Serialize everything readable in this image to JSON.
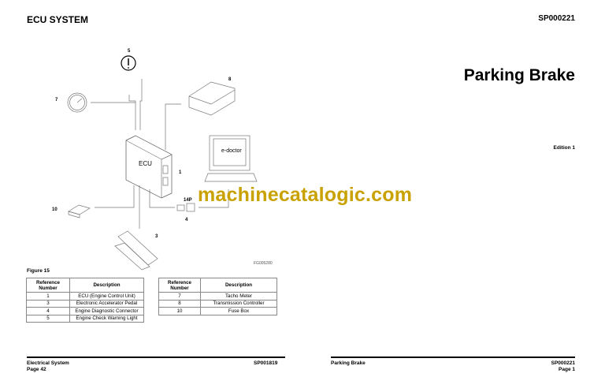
{
  "header": {
    "left": "ECU SYSTEM",
    "right": "SP000221"
  },
  "right_page": {
    "title": "Parking Brake",
    "edition": "Edition 1"
  },
  "diagram": {
    "labels": {
      "l5": "5",
      "l8": "8",
      "l7": "7",
      "l1": "1",
      "l10": "10",
      "l14p": "14P",
      "l4": "4",
      "l3": "3"
    },
    "ecu_text": "ECU",
    "monitor_text": "e-doctor",
    "figure_code": "FG005280"
  },
  "watermark": "machinecatalogic.com",
  "figure_caption": "Figure 15",
  "table1": {
    "headers": [
      "Reference Number",
      "Description"
    ],
    "rows": [
      [
        "1",
        "ECU (Engine Control Unit)"
      ],
      [
        "3",
        "Electronic Accelerator Pedal"
      ],
      [
        "4",
        "Engine Diagnostic Connector"
      ],
      [
        "5",
        "Engine Check Warning Light"
      ]
    ]
  },
  "table2": {
    "headers": [
      "Reference Number",
      "Description"
    ],
    "rows": [
      [
        "7",
        "Tacho Meter"
      ],
      [
        "8",
        "Transmission Controller"
      ],
      [
        "10",
        "Fuse Box"
      ]
    ]
  },
  "footer_left": {
    "section": "Electrical System",
    "page": "Page 42",
    "code": "SP001819"
  },
  "footer_right": {
    "section": "Parking Brake",
    "code": "SP000221",
    "page": "Page 1"
  }
}
